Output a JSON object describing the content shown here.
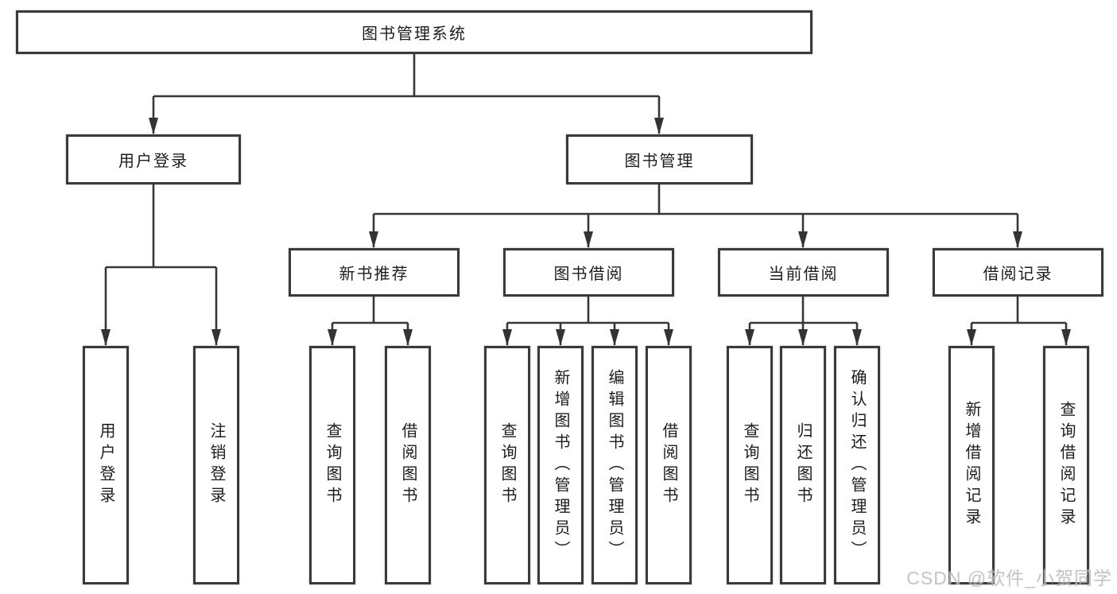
{
  "tree": {
    "label": "图书管理系统",
    "children": [
      {
        "label": "用户登录",
        "children": [
          {
            "label": "用户登录"
          },
          {
            "label": "注销登录"
          }
        ]
      },
      {
        "label": "图书管理",
        "children": [
          {
            "label": "新书推荐",
            "children": [
              {
                "label": "查询图书"
              },
              {
                "label": "借阅图书"
              }
            ]
          },
          {
            "label": "图书借阅",
            "children": [
              {
                "label": "查询图书"
              },
              {
                "label": "新增图书（管理员）"
              },
              {
                "label": "编辑图书（管理员）"
              },
              {
                "label": "借阅图书"
              }
            ]
          },
          {
            "label": "当前借阅",
            "children": [
              {
                "label": "查询图书"
              },
              {
                "label": "归还图书"
              },
              {
                "label": "确认归还（管理员）"
              }
            ]
          },
          {
            "label": "借阅记录",
            "children": [
              {
                "label": "新增借阅记录"
              },
              {
                "label": "查询借阅记录"
              }
            ]
          }
        ]
      }
    ]
  },
  "watermark": "CSDN @软件_小贺同学",
  "colors": {
    "line": "#373737",
    "border": "#3a3a3a",
    "text": "#1d1d1d",
    "watermark": "#b9b9b9",
    "background": "#ffffff"
  }
}
